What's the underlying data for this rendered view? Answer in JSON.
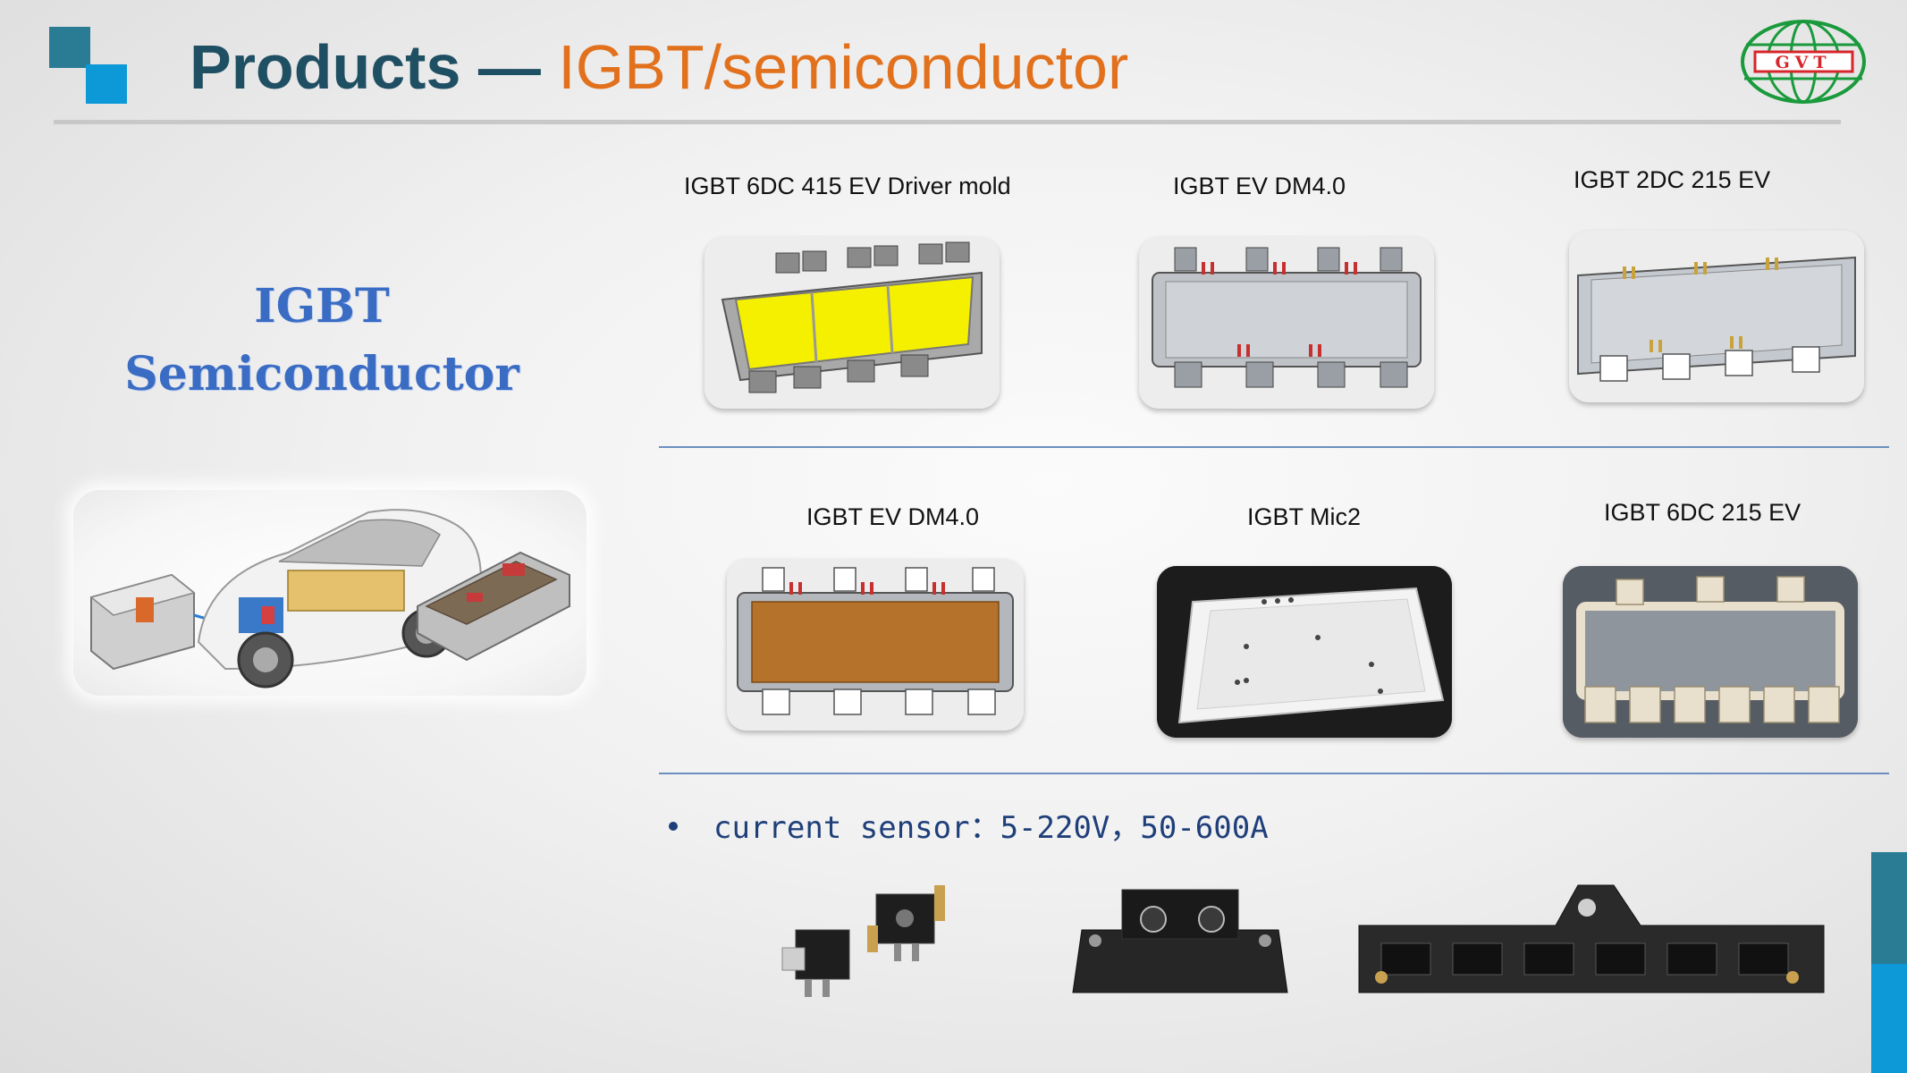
{
  "header": {
    "title_main": "Products — ",
    "title_sub": "IGBT/semiconductor",
    "logo_text": "GVT"
  },
  "left": {
    "title_line1": "IGBT",
    "title_line2": "Semiconductor"
  },
  "products_row1": [
    {
      "caption": "IGBT 6DC 415 EV Driver mold"
    },
    {
      "caption": "IGBT EV DM4.0"
    },
    {
      "caption": "IGBT 2DC 215 EV"
    }
  ],
  "products_row2": [
    {
      "caption": "IGBT EV DM4.0"
    },
    {
      "caption": "IGBT Mic2"
    },
    {
      "caption": "IGBT 6DC 215 EV"
    }
  ],
  "sensor": {
    "bullet_text": "current sensor：5-220V，50-600A"
  },
  "colors": {
    "title_dark": "#1f4f63",
    "title_accent": "#e2711d",
    "brand_teal": "#2a7c95",
    "brand_blue": "#0d99d7",
    "logo_green": "#1a9a3c",
    "logo_red": "#d6262b"
  }
}
